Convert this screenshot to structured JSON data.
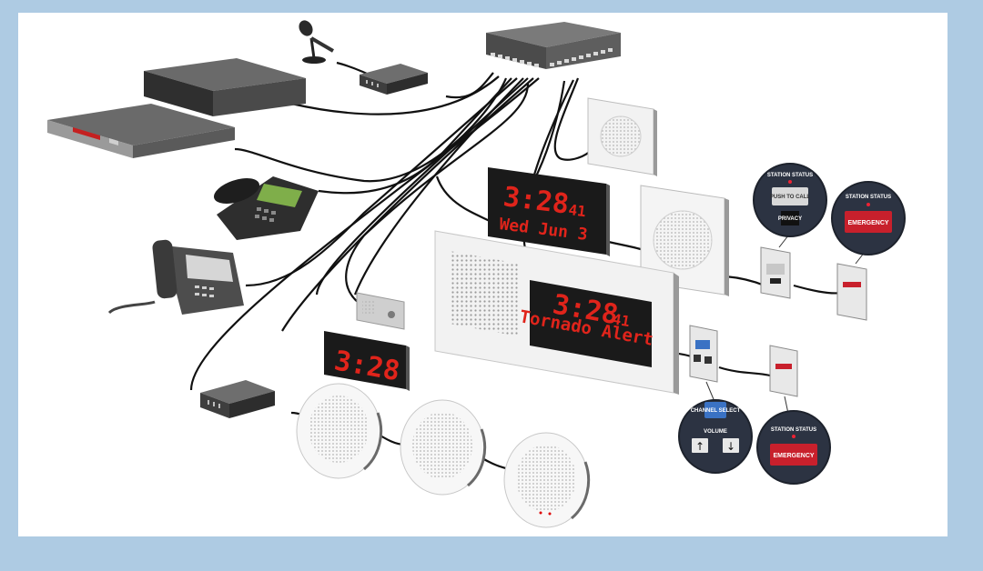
{
  "clock_small": {
    "time": "3:28",
    "seconds": "41",
    "date": "Wed Jun 3"
  },
  "clock_panel": {
    "time": "3:28",
    "seconds": "41",
    "message": "Tornado Alert"
  },
  "clock_digital": {
    "time": "3:28"
  },
  "callout_push": {
    "status": "STATION STATUS",
    "button": "PUSH TO CALL",
    "privacy": "PRIVACY"
  },
  "callout_emergency_top": {
    "status": "STATION STATUS",
    "button": "EMERGENCY"
  },
  "callout_volume": {
    "channel": "CHANNEL SELECT",
    "label": "VOLUME",
    "up": "↑",
    "down": "↓"
  },
  "callout_emergency_bottom": {
    "status": "STATION STATUS",
    "button": "EMERGENCY"
  },
  "colors": {
    "background": "#aecbe3",
    "device": "#3b3b3b",
    "led": "#e0241b",
    "callout": "#2c3342",
    "emergency": "#c8202c"
  }
}
